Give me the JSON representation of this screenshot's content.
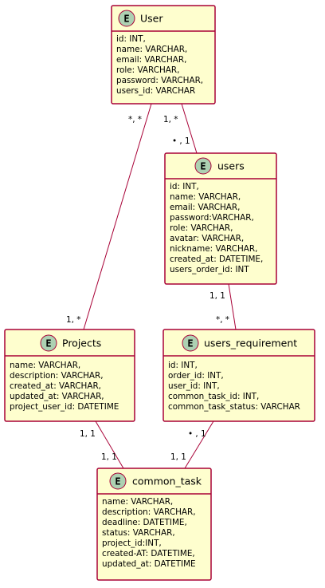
{
  "entities": [
    {
      "name": "User",
      "stereotype": "E",
      "attributes": [
        "id: INT,",
        "name: VARCHAR,",
        "email: VARCHAR,",
        "role: VARCHAR,",
        "password: VARCHAR,",
        "users_id: VARCHAR"
      ]
    },
    {
      "name": "users",
      "stereotype": "E",
      "attributes": [
        "id: INT,",
        "name: VARCHAR,",
        "email: VARCHAR,",
        "password:VARCHAR,",
        "role: VARCHAR,",
        "avatar: VARCHAR,",
        "nickname: VARCHAR,",
        "created_at: DATETIME,",
        "users_order_id: INT"
      ]
    },
    {
      "name": "Projects",
      "stereotype": "E",
      "attributes": [
        "name: VARCHAR,",
        "description: VARCHAR,",
        "created_at: VARCHAR,",
        "updated_at: VARCHAR,",
        "project_user_id: DATETIME"
      ]
    },
    {
      "name": "users_requirement",
      "stereotype": "E",
      "attributes": [
        "id: INT,",
        "order_id: INT,",
        "user_id: INT,",
        "common_task_id: INT,",
        "common_task_status: VARCHAR"
      ]
    },
    {
      "name": "common_task",
      "stereotype": "E",
      "attributes": [
        "name: VARCHAR,",
        "description: VARCHAR,",
        "deadline: DATETIME,",
        "status: VARCHAR,",
        "project_id:INT,",
        "created-AT: DATETIME,",
        "updated_at: DATETIME"
      ]
    }
  ],
  "relations": [
    {
      "from": "User",
      "to": "Projects",
      "from_card": "*, *",
      "to_card": "1, *"
    },
    {
      "from": "User",
      "to": "users",
      "from_card": "1, *",
      "to_card": "• , 1"
    },
    {
      "from": "users",
      "to": "users_requirement",
      "from_card": "1, 1",
      "to_card": "*, *"
    },
    {
      "from": "Projects",
      "to": "common_task",
      "from_card": "1, 1",
      "to_card": "1, 1"
    },
    {
      "from": "users_requirement",
      "to": "common_task",
      "from_card": "• , 1",
      "to_card": "1, 1"
    }
  ]
}
